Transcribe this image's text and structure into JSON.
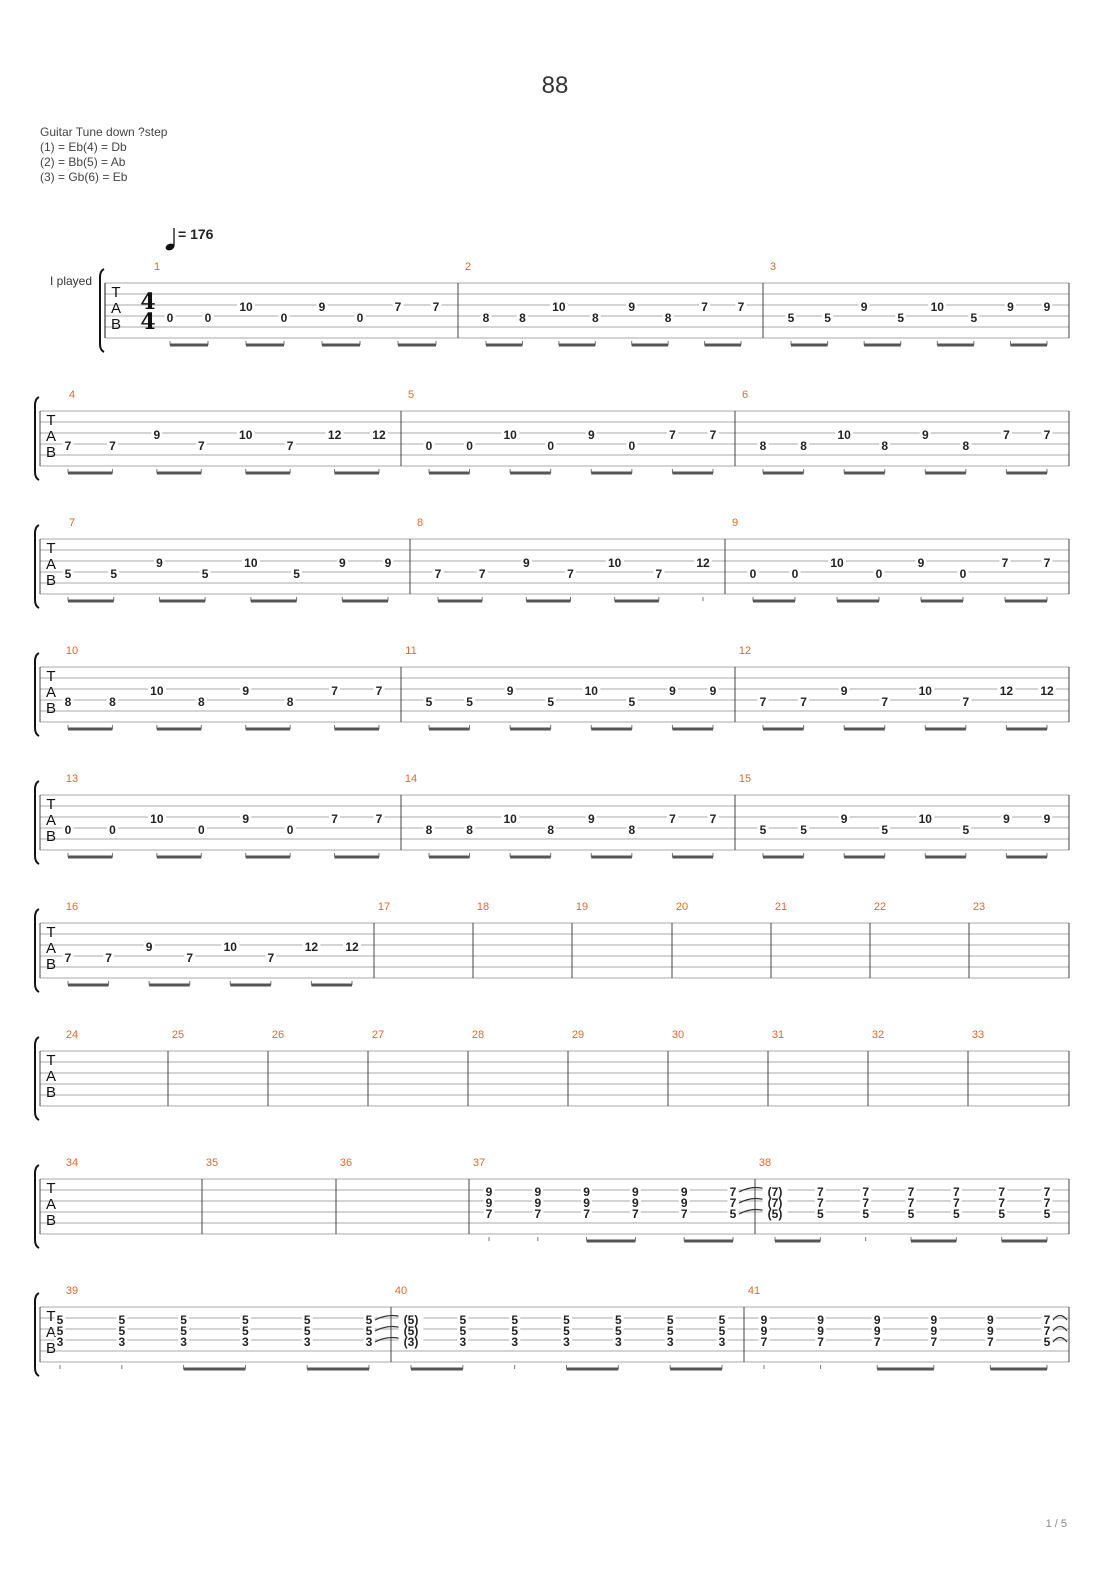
{
  "title": "88",
  "tuning": {
    "heading": "Guitar Tune down ?step",
    "lines": [
      "(1) = Eb(4) = Db",
      "(2) = Bb(5) = Ab",
      "(3) = Gb(6) = Eb"
    ]
  },
  "tempo": {
    "label": "= 176"
  },
  "instrument": "I played",
  "time_signature": {
    "top": "4",
    "bottom": "4"
  },
  "page_number": "1 / 5",
  "riffs": {
    "A": [
      [
        [
          4,
          "0"
        ]
      ],
      [
        [
          4,
          "0"
        ]
      ],
      [
        [
          3,
          "10"
        ]
      ],
      [
        [
          4,
          "0"
        ]
      ],
      [
        [
          3,
          "9"
        ]
      ],
      [
        [
          4,
          "0"
        ]
      ],
      [
        [
          3,
          "7"
        ]
      ],
      [
        [
          3,
          "7"
        ]
      ]
    ],
    "B": [
      [
        [
          4,
          "8"
        ]
      ],
      [
        [
          4,
          "8"
        ]
      ],
      [
        [
          3,
          "10"
        ]
      ],
      [
        [
          4,
          "8"
        ]
      ],
      [
        [
          3,
          "9"
        ]
      ],
      [
        [
          4,
          "8"
        ]
      ],
      [
        [
          3,
          "7"
        ]
      ],
      [
        [
          3,
          "7"
        ]
      ]
    ],
    "C": [
      [
        [
          4,
          "5"
        ]
      ],
      [
        [
          4,
          "5"
        ]
      ],
      [
        [
          3,
          "9"
        ]
      ],
      [
        [
          4,
          "5"
        ]
      ],
      [
        [
          3,
          "10"
        ]
      ],
      [
        [
          4,
          "5"
        ]
      ],
      [
        [
          3,
          "9"
        ]
      ],
      [
        [
          3,
          "9"
        ]
      ]
    ],
    "D": [
      [
        [
          4,
          "7"
        ]
      ],
      [
        [
          4,
          "7"
        ]
      ],
      [
        [
          3,
          "9"
        ]
      ],
      [
        [
          4,
          "7"
        ]
      ],
      [
        [
          3,
          "10"
        ]
      ],
      [
        [
          4,
          "7"
        ]
      ],
      [
        [
          3,
          "12"
        ]
      ],
      [
        [
          3,
          "12"
        ]
      ]
    ],
    "E": [
      [
        [
          4,
          "7"
        ]
      ],
      [
        [
          4,
          "7"
        ]
      ],
      [
        [
          3,
          "9"
        ]
      ],
      [
        [
          4,
          "7"
        ]
      ],
      [
        [
          3,
          "10"
        ]
      ],
      [
        [
          4,
          "7"
        ]
      ],
      [
        [
          3,
          "12"
        ]
      ]
    ]
  },
  "measures": {
    "1": "A",
    "2": "B",
    "3": "C",
    "4": "D",
    "5": "A",
    "6": "B",
    "7": "C",
    "8": "E",
    "9": "A",
    "10": "B",
    "11": "C",
    "12": "D",
    "13": "A",
    "14": "B",
    "15": "C",
    "16": "D"
  },
  "chord_measures": {
    "37": [
      [
        [
          "9",
          "9",
          "7"
        ]
      ],
      [
        [
          "9",
          "9",
          "7"
        ]
      ],
      [
        [
          "9",
          "9",
          "7"
        ]
      ],
      [
        [
          "9",
          "9",
          "7"
        ]
      ],
      [
        [
          "9",
          "9",
          "7"
        ]
      ],
      [
        [
          "7",
          "7",
          "5"
        ]
      ]
    ],
    "38": [
      [
        [
          "(7)",
          "(7)",
          "(5)"
        ]
      ],
      [
        [
          "7",
          "7",
          "5"
        ]
      ],
      [
        [
          "7",
          "7",
          "5"
        ]
      ],
      [
        [
          "7",
          "7",
          "5"
        ]
      ],
      [
        [
          "7",
          "7",
          "5"
        ]
      ],
      [
        [
          "7",
          "7",
          "5"
        ]
      ],
      [
        [
          "7",
          "7",
          "5"
        ]
      ]
    ],
    "39": [
      [
        [
          "5",
          "5",
          "3"
        ]
      ],
      [
        [
          "5",
          "5",
          "3"
        ]
      ],
      [
        [
          "5",
          "5",
          "3"
        ]
      ],
      [
        [
          "5",
          "5",
          "3"
        ]
      ],
      [
        [
          "5",
          "5",
          "3"
        ]
      ],
      [
        [
          "5",
          "5",
          "3"
        ]
      ]
    ],
    "40": [
      [
        [
          "(5)",
          "(5)",
          "(3)"
        ]
      ],
      [
        [
          "5",
          "5",
          "3"
        ]
      ],
      [
        [
          "5",
          "5",
          "3"
        ]
      ],
      [
        [
          "5",
          "5",
          "3"
        ]
      ],
      [
        [
          "5",
          "5",
          "3"
        ]
      ],
      [
        [
          "5",
          "5",
          "3"
        ]
      ],
      [
        [
          "5",
          "5",
          "3"
        ]
      ]
    ],
    "41": [
      [
        [
          "9",
          "9",
          "7"
        ]
      ],
      [
        [
          "9",
          "9",
          "7"
        ]
      ],
      [
        [
          "9",
          "9",
          "7"
        ]
      ],
      [
        [
          "9",
          "9",
          "7"
        ]
      ],
      [
        [
          "9",
          "9",
          "7"
        ]
      ],
      [
        [
          "7",
          "7",
          "5"
        ]
      ]
    ]
  }
}
